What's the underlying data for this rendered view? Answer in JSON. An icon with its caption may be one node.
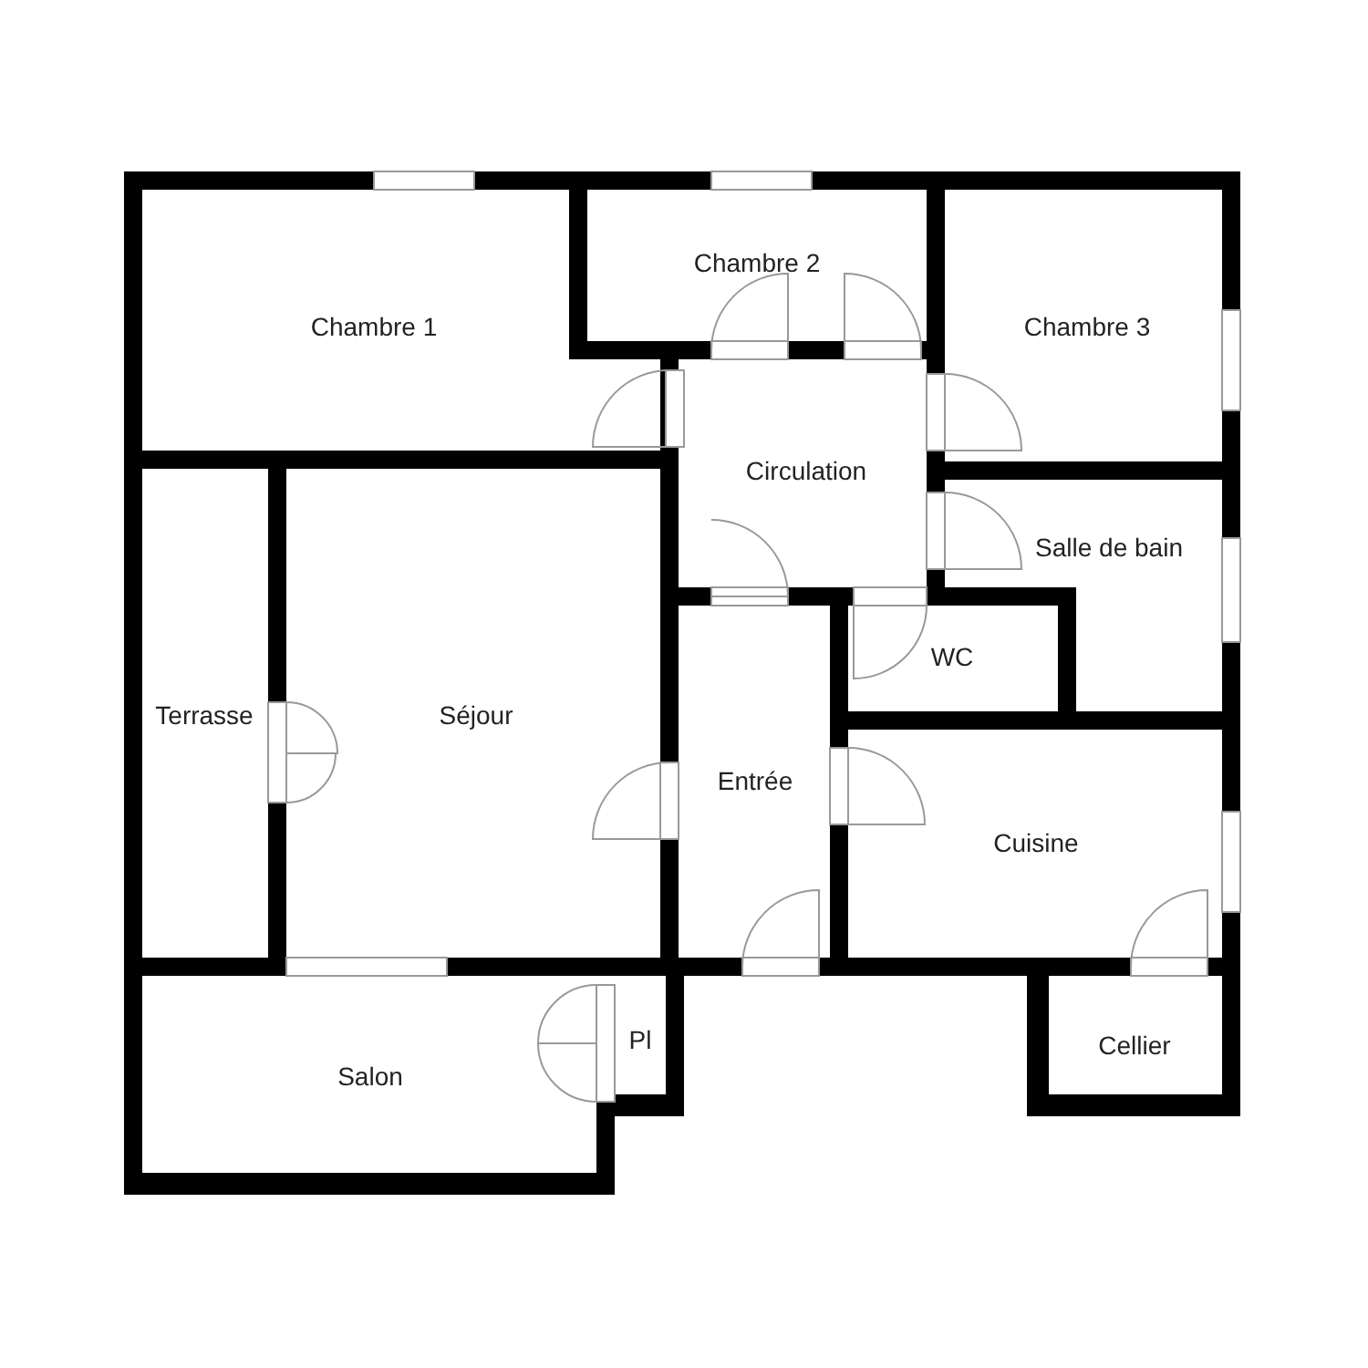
{
  "diagram": {
    "nodes": [
      {
        "text": [
          "Chambre 1"
        ]
      },
      {
        "text": [
          "Chambre 2"
        ]
      },
      {
        "text": [
          "Chambre 3"
        ]
      },
      {
        "text": [
          "Circulation"
        ]
      },
      {
        "text": [
          "Salle de bain"
        ]
      },
      {
        "text": [
          "WC"
        ]
      },
      {
        "text": [
          "Terrasse"
        ]
      },
      {
        "text": [
          "Séjour"
        ]
      },
      {
        "text": [
          "Entrée"
        ]
      },
      {
        "text": [
          "Cuisine"
        ]
      },
      {
        "text": [
          "Pl"
        ]
      },
      {
        "text": [
          "Salon"
        ]
      },
      {
        "text": [
          "Cellier"
        ]
      }
    ]
  }
}
